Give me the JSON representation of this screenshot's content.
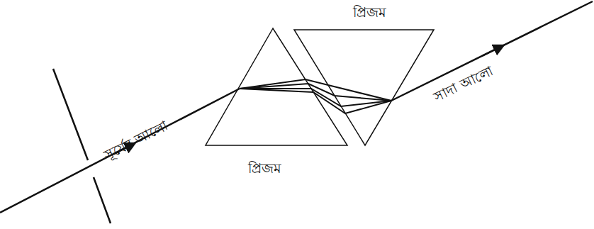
{
  "diagram": {
    "labels": [
      "প্রিজম",
      "সূর্যের আলো",
      "সাদা আলো",
      "প্রিজম"
    ]
  }
}
